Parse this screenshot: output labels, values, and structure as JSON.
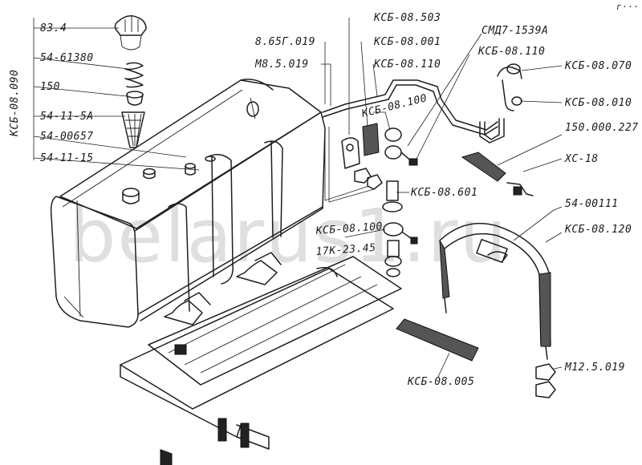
{
  "corner_mark": "г···",
  "watermark": "belarus1.ru",
  "parts": {
    "p834": "83.4",
    "p54_61380": "54-61380",
    "p150": "150",
    "p54_11_5a": "54-11-5A",
    "p54_00657": "54-00657",
    "p54_11_15": "54-11-15",
    "ksb_08_090": "КСБ-08.090",
    "p8_65g_019": "8.65Г.019",
    "m8_5_019": "М8.5.019",
    "ksb_08_503": "КСБ-08.503",
    "ksb_08_001": "КСБ-08.001",
    "ksb_08_110a": "КСБ-08.110",
    "ksb_08_100a": "КСБ-08.100",
    "smd7_1539a": "СМД7-1539А",
    "ksb_08_110b": "КСБ-08.110",
    "ksb_08_070": "КСБ-08.070",
    "ksb_08_010": "КСБ-08.010",
    "p150_000_227": "150.000.227",
    "xc_18": "ХС-18",
    "ksb_08_601": "КСБ-08.601",
    "ksb_08_100b": "КСБ-08.100",
    "p17k_23_45": "17К-23.45",
    "p54_00111": "54-00111",
    "ksb_08_120": "КСБ-08.120",
    "m12_5_019": "М12.5.019",
    "ksb_08_005": "КСБ-08.005"
  }
}
